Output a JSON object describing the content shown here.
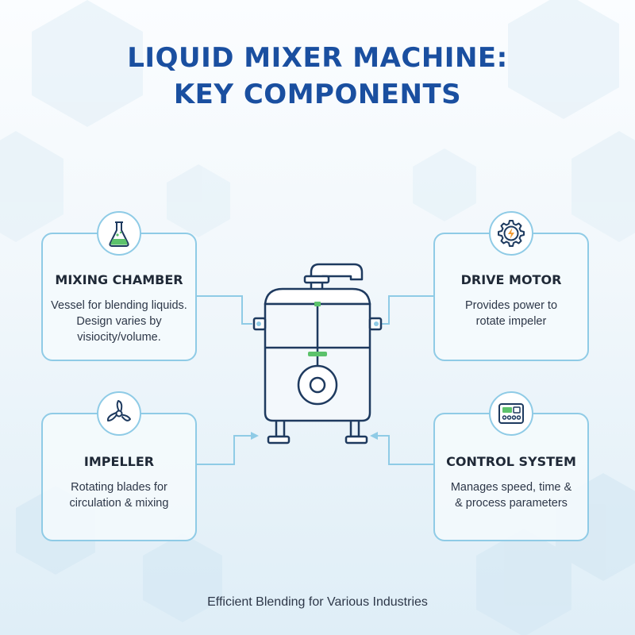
{
  "title": {
    "line1": "LIQUID MIXER MACHINE:",
    "line2": "KEY COMPONENTS"
  },
  "components": {
    "mixing_chamber": {
      "heading": "MIXING CHAMBER",
      "line1": "Vessel for blending liquids.",
      "line2": "Design varies by",
      "line3": "visiocity/volume.",
      "icon": "flask-icon"
    },
    "drive_motor": {
      "heading": "DRIVE MOTOR",
      "line1": "Provides power to",
      "line2": "rotate impeler",
      "icon": "gear-bolt-icon"
    },
    "impeller": {
      "heading": "IMPELLER",
      "line1": "Rotating blades for",
      "line2": "circulation & mixing",
      "icon": "propeller-icon"
    },
    "control_system": {
      "heading": "CONTROL SYSTEM",
      "line1": "Manages speed, time &",
      "line2": "& process parameters",
      "icon": "control-panel-icon"
    }
  },
  "footer": "Efficient Blending for Various Industries",
  "colors": {
    "title": "#1a4fa0",
    "card_border": "#8fcbe6",
    "tank_stroke": "#1e3a5f",
    "accent_green": "#5cc26b",
    "accent_orange": "#f39c33"
  }
}
